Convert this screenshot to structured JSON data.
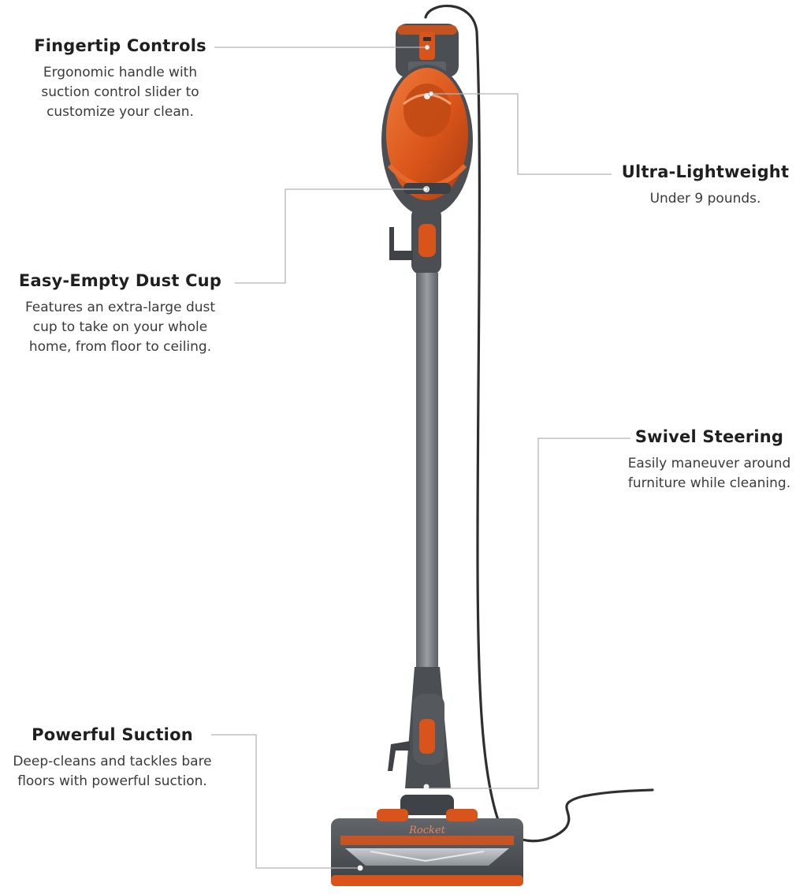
{
  "features": {
    "fingertip": {
      "title": "Fingertip Controls",
      "lines": [
        "Ergonomic handle with",
        "suction control slider to",
        "customize your clean."
      ]
    },
    "dustcup": {
      "title": "Easy-Empty Dust Cup",
      "lines": [
        "Features an extra-large dust",
        "cup to take on your whole",
        "home, from floor to ceiling."
      ]
    },
    "suction": {
      "title": "Powerful Suction",
      "lines": [
        "Deep-cleans and tackles bare",
        "floors with powerful suction."
      ]
    },
    "lightweight": {
      "title": "Ultra-Lightweight",
      "lines": [
        "Under 9 pounds."
      ]
    },
    "swivel": {
      "title": "Swivel Steering",
      "lines": [
        "Easily maneuver around",
        "furniture while cleaning."
      ]
    }
  },
  "product": {
    "brand_mark": "Rocket"
  },
  "colors": {
    "accent_orange": "#d9541a",
    "body_gray": "#4b4f54",
    "wand_gray": "#7b8086",
    "leader_line": "#b5b5b5"
  }
}
